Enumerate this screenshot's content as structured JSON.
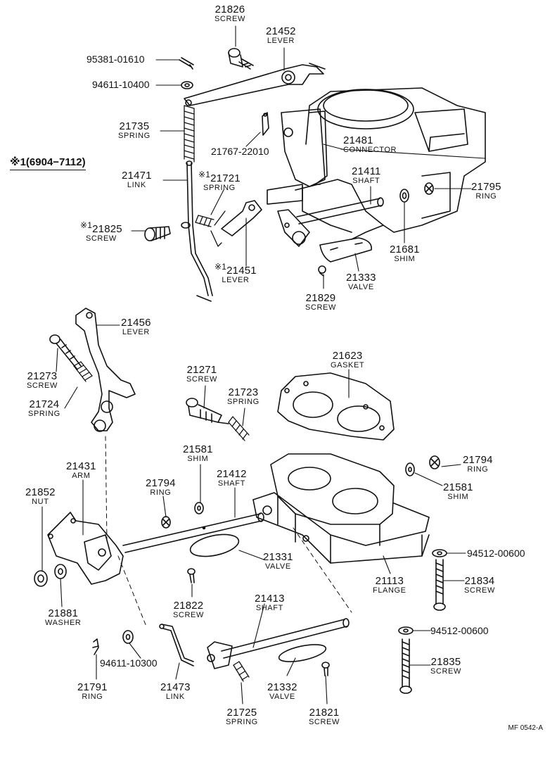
{
  "variant_note": "※1(6904−7112)",
  "variant_mark": "※1",
  "drawing_code": "MF 0542-A",
  "parts": {
    "p21826": {
      "number": "21826",
      "name": "SCREW"
    },
    "p21452": {
      "number": "21452",
      "name": "LEVER"
    },
    "p95381": {
      "number": "95381-01610"
    },
    "p94611a": {
      "number": "94611-10400"
    },
    "p21735": {
      "number": "21735",
      "name": "SPRING"
    },
    "p21767": {
      "number": "21767-22010"
    },
    "p21481": {
      "number": "21481",
      "name": "CONNECTOR"
    },
    "p21471": {
      "number": "21471",
      "name": "LINK"
    },
    "p21721": {
      "number": "21721",
      "name": "SPRING"
    },
    "p21411": {
      "number": "21411",
      "name": "SHAFT"
    },
    "p21795": {
      "number": "21795",
      "name": "RING"
    },
    "p21825": {
      "number": "21825",
      "name": "SCREW"
    },
    "p21681": {
      "number": "21681",
      "name": "SHIM"
    },
    "p21451": {
      "number": "21451",
      "name": "LEVER"
    },
    "p21333": {
      "number": "21333",
      "name": "VALVE"
    },
    "p21829": {
      "number": "21829",
      "name": "SCREW"
    },
    "p21456": {
      "number": "21456",
      "name": "LEVER"
    },
    "p21623": {
      "number": "21623",
      "name": "GASKET"
    },
    "p21273": {
      "number": "21273",
      "name": "SCREW"
    },
    "p21271": {
      "number": "21271",
      "name": "SCREW"
    },
    "p21723": {
      "number": "21723",
      "name": "SPRING"
    },
    "p21724": {
      "number": "21724",
      "name": "SPRING"
    },
    "p21581a": {
      "number": "21581",
      "name": "SHIM"
    },
    "p21794a": {
      "number": "21794",
      "name": "RING"
    },
    "p21431": {
      "number": "21431",
      "name": "ARM"
    },
    "p21412": {
      "number": "21412",
      "name": "SHAFT"
    },
    "p21794b": {
      "number": "21794",
      "name": "RING"
    },
    "p21581b": {
      "number": "21581",
      "name": "SHIM"
    },
    "p21852": {
      "number": "21852",
      "name": "NUT"
    },
    "p94512a": {
      "number": "94512-00600"
    },
    "p21331": {
      "number": "21331",
      "name": "VALVE"
    },
    "p21113": {
      "number": "21113",
      "name": "FLANGE"
    },
    "p21834": {
      "number": "21834",
      "name": "SCREW"
    },
    "p21413": {
      "number": "21413",
      "name": "SHAFT"
    },
    "p21822": {
      "number": "21822",
      "name": "SCREW"
    },
    "p21881": {
      "number": "21881",
      "name": "WASHER"
    },
    "p94512b": {
      "number": "94512-00600"
    },
    "p94611b": {
      "number": "94611-10300"
    },
    "p21835": {
      "number": "21835",
      "name": "SCREW"
    },
    "p21791": {
      "number": "21791",
      "name": "RING"
    },
    "p21473": {
      "number": "21473",
      "name": "LINK"
    },
    "p21332": {
      "number": "21332",
      "name": "VALVE"
    },
    "p21725": {
      "number": "21725",
      "name": "SPRING"
    },
    "p21821": {
      "number": "21821",
      "name": "SCREW"
    }
  }
}
